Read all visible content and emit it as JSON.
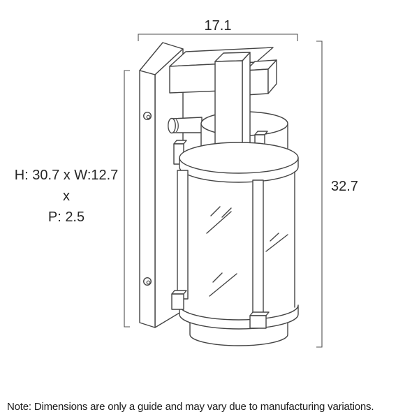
{
  "diagram": {
    "dim_top_label": "17.1",
    "dim_right_label": "32.7",
    "dim_left_line1": "H: 30.7 x W:12.7",
    "dim_left_line2": "x",
    "dim_left_line3": "P: 2.5"
  },
  "footer": {
    "note": "Note: Dimensions are only a guide and may vary due to manufacturing variations."
  },
  "colors": {
    "line": "#454545",
    "dimension_line": "#4f4f4f",
    "text": "#262626",
    "background": "#ffffff"
  }
}
